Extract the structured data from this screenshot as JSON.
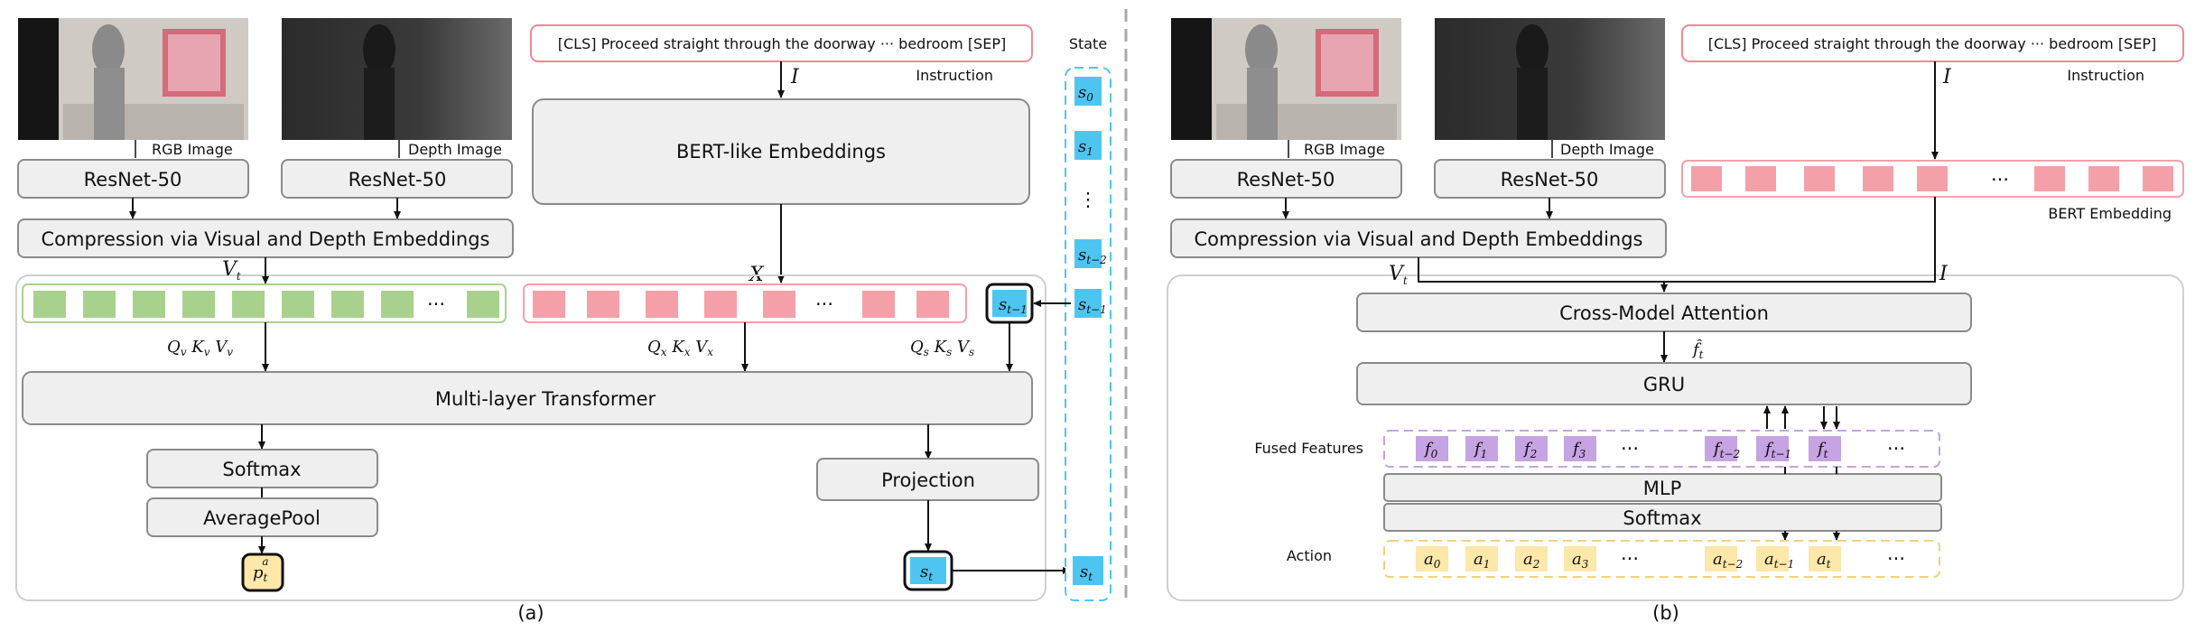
{
  "panel_a": {
    "rgb_image_label": "RGB Image",
    "depth_image_label": "Depth Image",
    "resnet_rgb": "ResNet-50",
    "resnet_depth": "ResNet-50",
    "compression": "Compression via Visual and Depth Embeddings",
    "instruction_text": "[CLS]  Proceed straight through the doorway  ···  bedroom  [SEP]",
    "instruction_label": "Instruction",
    "instruction_var": "I",
    "bert": "BERT-like Embeddings",
    "x_var": "X",
    "vt_var": "V",
    "vt_sub": "t",
    "ellipsis": "···",
    "qkv_v": "Q",
    "transformer": "Multi-layer Transformer",
    "softmax": "Softmax",
    "averagepool": "AveragePool",
    "projection": "Projection",
    "pta": "p",
    "st": "s",
    "st_sub": "t",
    "caption": "(a)"
  },
  "state": {
    "title": "State",
    "items": [
      "s0",
      "s1",
      "⋮",
      "st−2",
      "st−1"
    ],
    "last": "st"
  },
  "panel_b": {
    "rgb_image_label": "RGB Image",
    "depth_image_label": "Depth Image",
    "resnet_rgb": "ResNet-50",
    "resnet_depth": "ResNet-50",
    "compression": "Compression via Visual and Depth Embeddings",
    "instruction_text": "[CLS]  Proceed straight through the  doorway  ···  bedroom   [SEP]",
    "instruction_label": "Instruction",
    "instruction_var": "I",
    "bert_embedding": "BERT Embedding",
    "vt_var": "V",
    "i_var": "I",
    "cross_attention": "Cross-Model Attention",
    "gru": "GRU",
    "fused_features": "Fused Features",
    "mlp": "MLP",
    "softmax": "Softmax",
    "action": "Action",
    "caption": "(b)"
  },
  "colors": {
    "green": "#a9d18e",
    "pink": "#f4a0a8",
    "cyan": "#4ec5f1",
    "purple": "#c6a3e3",
    "yellow": "#fde7a9",
    "box": "#efefef"
  }
}
